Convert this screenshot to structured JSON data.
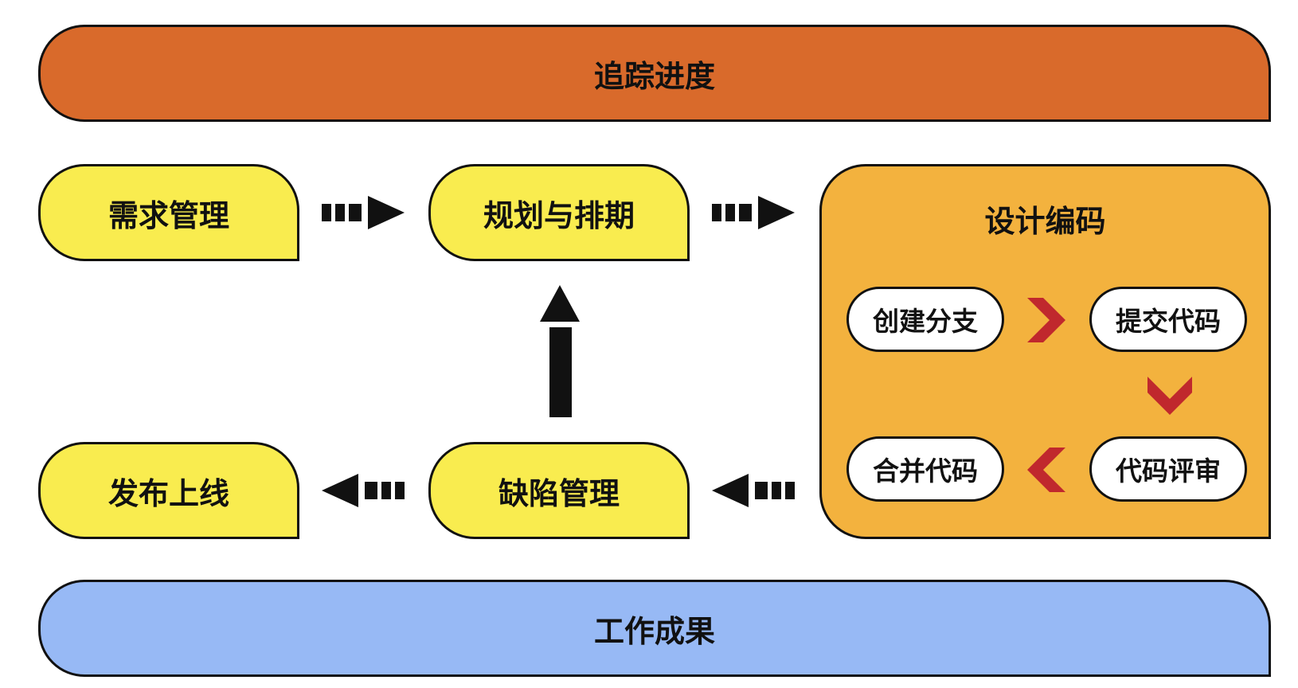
{
  "top_band": {
    "label": "追踪进度"
  },
  "bottom_band": {
    "label": "工作成果"
  },
  "stages": {
    "requirements": "需求管理",
    "planning": "规划与排期",
    "defects": "缺陷管理",
    "release": "发布上线"
  },
  "design": {
    "title": "设计编码",
    "steps": {
      "create_branch": "创建分支",
      "commit_code": "提交代码",
      "code_review": "代码评审",
      "merge_code": "合并代码"
    }
  },
  "colors": {
    "top_band": "#d96a2b",
    "bottom_band": "#97b9f5",
    "stage": "#f9ec4f",
    "design_box": "#f3b23e",
    "chevron": "#c0282d",
    "arrow": "#111111"
  }
}
